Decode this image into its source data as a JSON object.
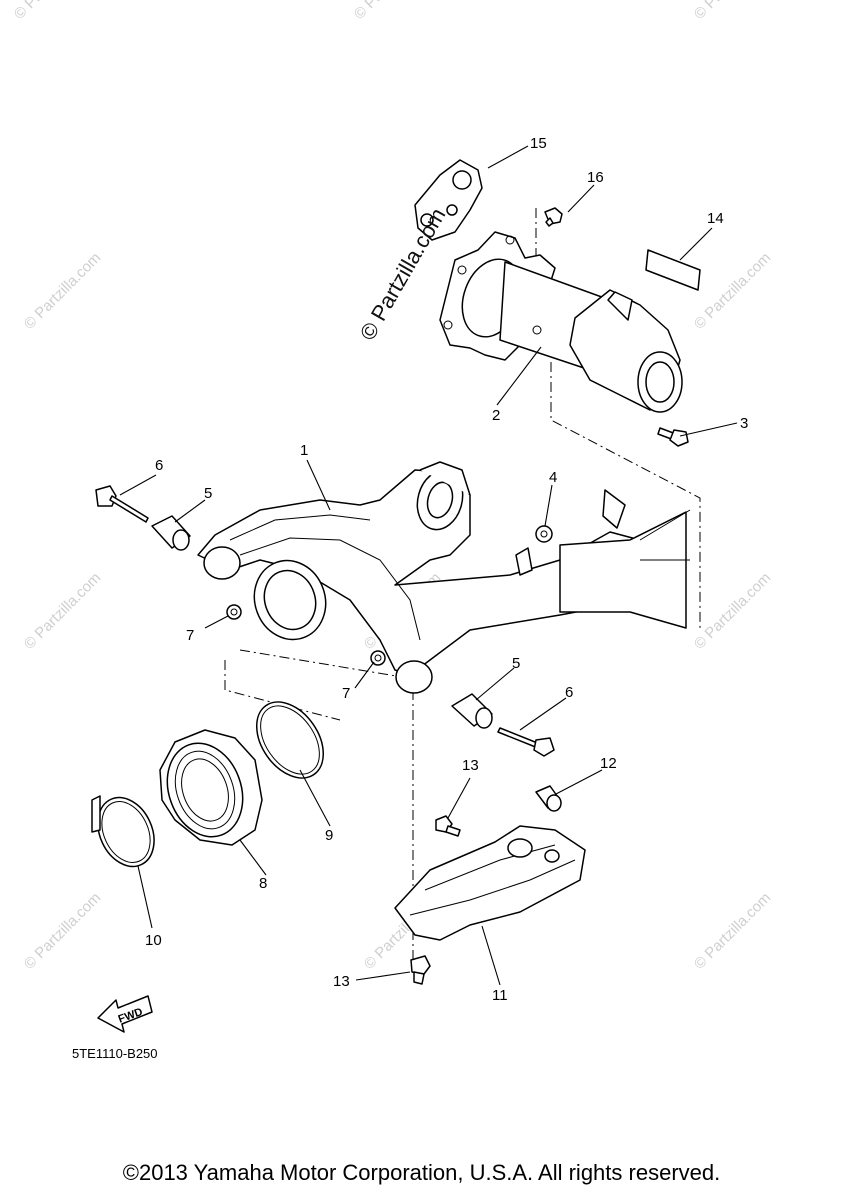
{
  "watermark": {
    "text": "© Partzilla.com"
  },
  "callouts": [
    {
      "id": "1",
      "label": "1"
    },
    {
      "id": "2",
      "label": "2"
    },
    {
      "id": "3",
      "label": "3"
    },
    {
      "id": "4",
      "label": "4"
    },
    {
      "id": "5a",
      "label": "5"
    },
    {
      "id": "5b",
      "label": "5"
    },
    {
      "id": "6a",
      "label": "6"
    },
    {
      "id": "6b",
      "label": "6"
    },
    {
      "id": "7a",
      "label": "7"
    },
    {
      "id": "7b",
      "label": "7"
    },
    {
      "id": "8",
      "label": "8"
    },
    {
      "id": "9",
      "label": "9"
    },
    {
      "id": "10",
      "label": "10"
    },
    {
      "id": "11",
      "label": "11"
    },
    {
      "id": "12",
      "label": "12"
    },
    {
      "id": "13a",
      "label": "13"
    },
    {
      "id": "13b",
      "label": "13"
    },
    {
      "id": "14",
      "label": "14"
    },
    {
      "id": "15",
      "label": "15"
    },
    {
      "id": "16",
      "label": "16"
    }
  ],
  "fwd_label": "FWD",
  "diagram_code": "5TE1110-B250",
  "copyright": "©2013 Yamaha Motor Corporation, U.S.A. All rights reserved."
}
